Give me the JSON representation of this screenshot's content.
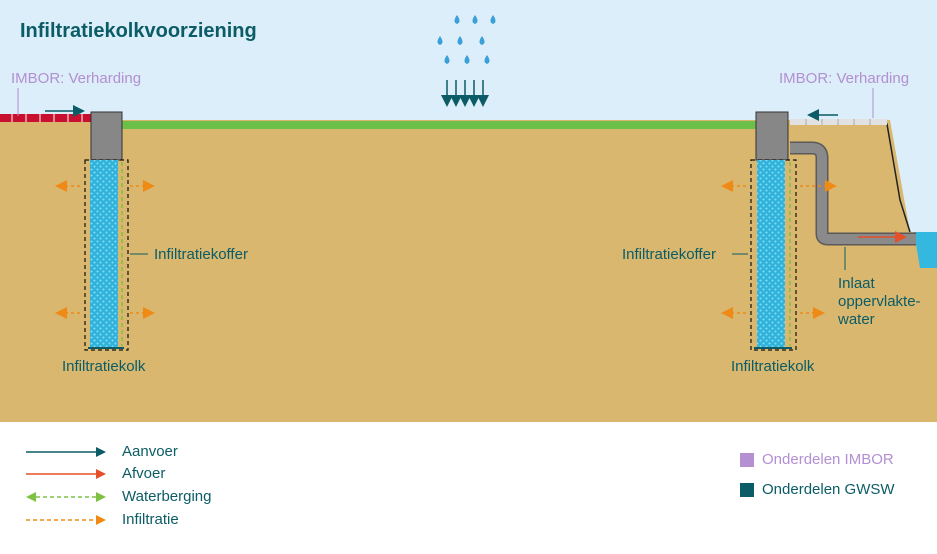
{
  "title": "Infiltratiekolkvoorziening",
  "labels": {
    "imbor_left": "IMBOR: Verharding",
    "imbor_right": "IMBOR: Verharding",
    "koffer_left": "Infiltratiekoffer",
    "koffer_right": "Infiltratiekoffer",
    "kolk_left": "Infiltratiekolk",
    "kolk_right": "Infiltratiekolk",
    "inlaat_line1": "Inlaat",
    "inlaat_line2": "oppervlakte-",
    "inlaat_line3": "water"
  },
  "legend": {
    "aanvoer": "Aanvoer",
    "afvoer": "Afvoer",
    "waterberging": "Waterberging",
    "infiltratie": "Infiltratie",
    "imbor": "Onderdelen IMBOR",
    "gwsw": "Onderdelen GWSW"
  },
  "colors": {
    "sky": "#dbeef9",
    "soil": "#d9b76e",
    "grass": "#6cc04a",
    "paving_red": "#c8102e",
    "concrete": "#878787",
    "water": "#35b8e0",
    "teal": "#0b5c66",
    "orange": "#ef8a17",
    "red_arrow": "#e5502b",
    "green_arrow": "#7dc242",
    "imbor_purple": "#b48fd1",
    "gwsw_teal": "#0b5c66",
    "pipe": "#8a8a8a"
  }
}
